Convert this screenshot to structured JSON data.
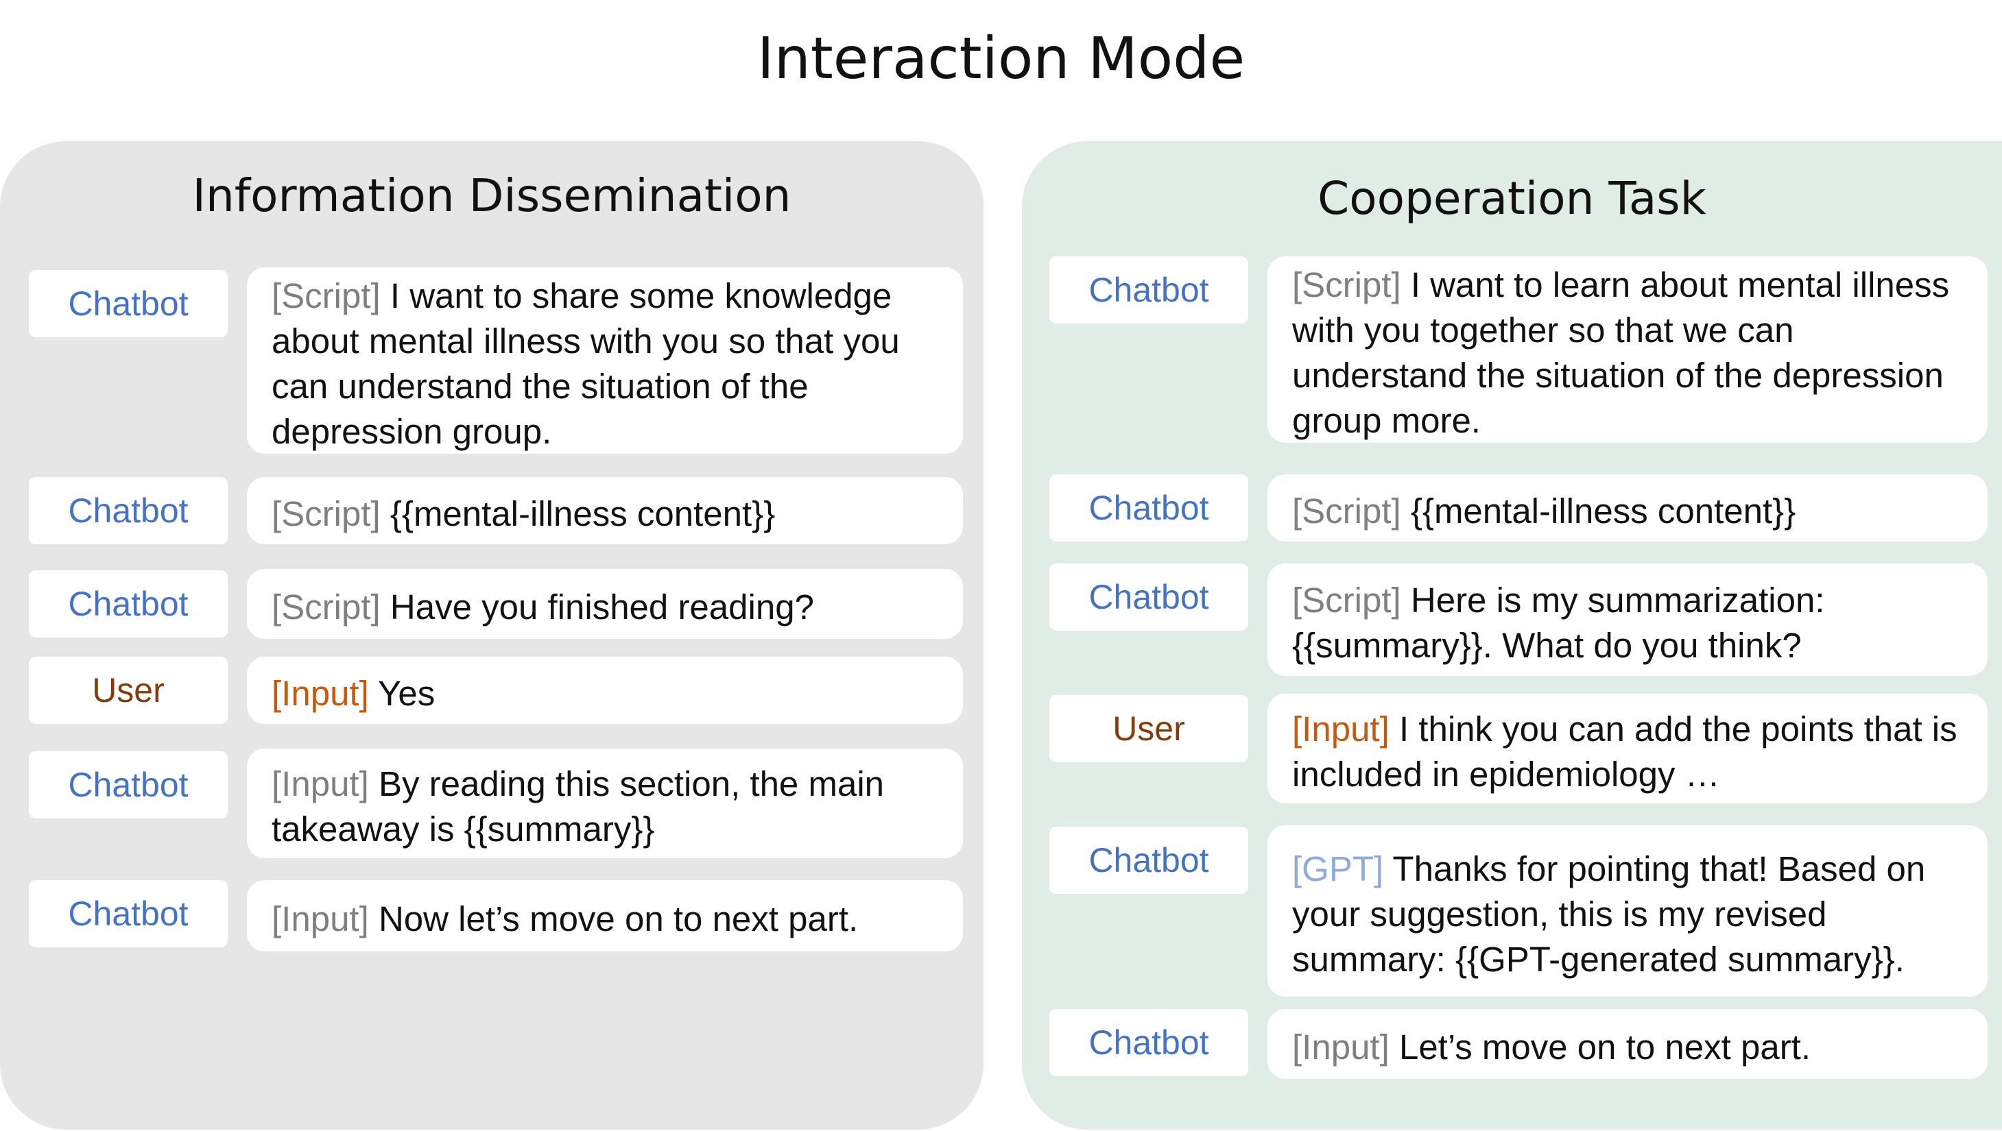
{
  "title": "Interaction Mode",
  "panels": [
    {
      "title": "Information Dissemination",
      "rows": [
        {
          "role": "Chatbot",
          "tag": "[Script]",
          "text": " I want to share some knowledge about mental illness with you so that you can understand the situation of the depression group."
        },
        {
          "role": "Chatbot",
          "tag": "[Script]",
          "text": " {{mental-illness content}}"
        },
        {
          "role": "Chatbot",
          "tag": "[Script]",
          "text": " Have you finished reading?"
        },
        {
          "role": "User",
          "tag": "[Input]",
          "text": " Yes"
        },
        {
          "role": "Chatbot",
          "tag": "[Input]",
          "text": " By reading this section, the main takeaway is {{summary}}"
        },
        {
          "role": "Chatbot",
          "tag": "[Input]",
          "text": " Now let’s move on to next part."
        }
      ]
    },
    {
      "title": "Cooperation Task",
      "rows": [
        {
          "role": "Chatbot",
          "tag": "[Script]",
          "text": " I want to learn about mental illness with you together so that we can understand the situation of the depression group more."
        },
        {
          "role": "Chatbot",
          "tag": "[Script]",
          "text": " {{mental-illness content}}"
        },
        {
          "role": "Chatbot",
          "tag": "[Script]",
          "text": " Here is my summarization: {{summary}}. What do you think?"
        },
        {
          "role": "User",
          "tag": "[Input]",
          "text": " I think you can add the points that is included in epidemiology …"
        },
        {
          "role": "Chatbot",
          "tag": "[GPT]",
          "text": " Thanks for pointing that! Based on your suggestion, this is my revised summary: {{GPT-generated summary}}."
        },
        {
          "role": "Chatbot",
          "tag": "[Input]",
          "text": " Let’s move on to next part."
        }
      ]
    }
  ]
}
